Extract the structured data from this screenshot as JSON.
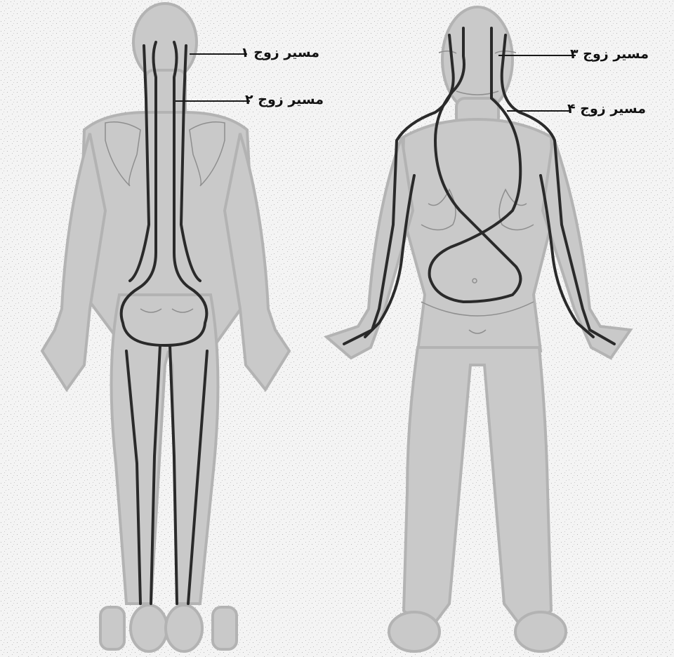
{
  "labels": {
    "pair1": "مسیر زوج ۱",
    "pair2": "مسیر زوج ۲",
    "pair3": "مسیر زوج ۳",
    "pair4": "مسیر زوج ۴"
  },
  "colors": {
    "background": "#f4f4f4",
    "speckle": "#bdbdbd",
    "body_fill": "#c9c9c9",
    "body_outline": "#b3b3b3",
    "path_line": "#2a2a2a",
    "faint_line": "#8e8e8e"
  }
}
